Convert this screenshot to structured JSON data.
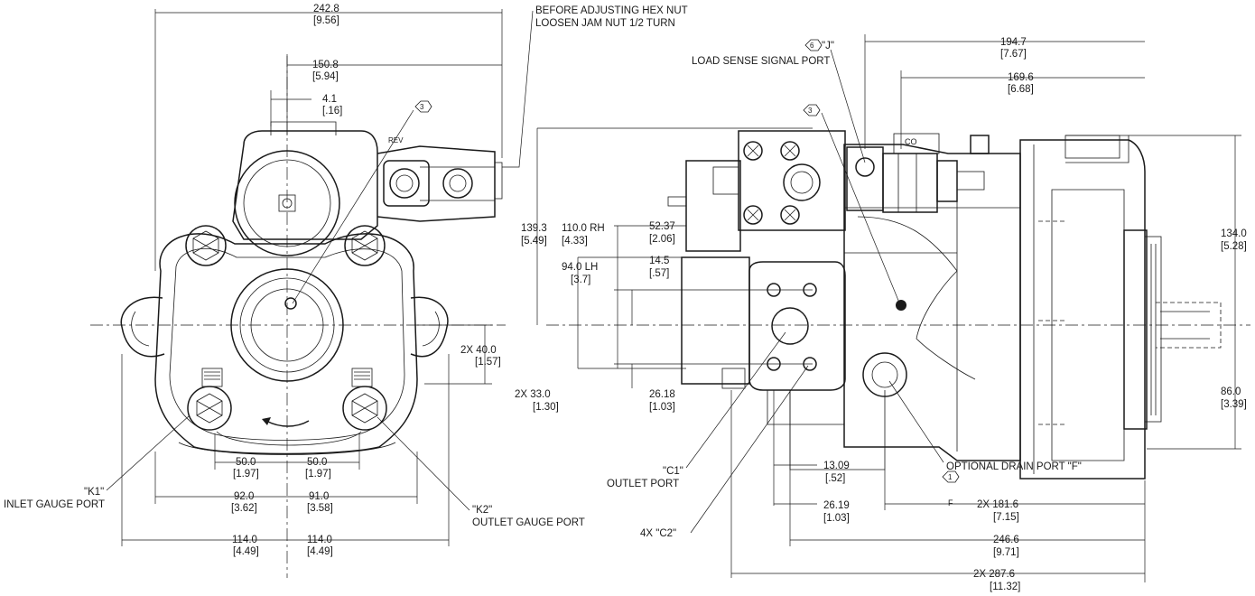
{
  "front_view": {
    "dimensions": [
      {
        "id": "d1",
        "value": "242.8",
        "inch": "[9.56]"
      },
      {
        "id": "d2",
        "value": "150.8",
        "inch": "[5.94]"
      },
      {
        "id": "d3",
        "value": "4.1",
        "inch": "[.16]"
      },
      {
        "id": "d4",
        "value": "2X 40.0",
        "inch": "[1.57]"
      },
      {
        "id": "d5",
        "value": "50.0",
        "inch": "[1.97]"
      },
      {
        "id": "d6",
        "value": "50.0",
        "inch": "[1.97]"
      },
      {
        "id": "d7",
        "value": "92.0",
        "inch": "[3.62]"
      },
      {
        "id": "d8",
        "value": "91.0",
        "inch": "[3.58]"
      },
      {
        "id": "d9",
        "value": "114.0",
        "inch": "[4.49]"
      },
      {
        "id": "d10",
        "value": "114.0",
        "inch": "[4.49]"
      }
    ],
    "notes": {
      "hex_nut_line1": "BEFORE ADJUSTING HEX NUT",
      "hex_nut_line2": "LOOSEN JAM NUT 1/2 TURN",
      "k1_line1": "\"K1\"",
      "k1_line2": "INLET GAUGE PORT",
      "k2_line1": "\"K2\"",
      "k2_line2": "OUTLET GAUGE PORT",
      "rev": "REV"
    },
    "callout_3": "3"
  },
  "side_view": {
    "dimensions": [
      {
        "id": "s1",
        "value": "194.7",
        "inch": "[7.67]"
      },
      {
        "id": "s2",
        "value": "169.6",
        "inch": "[6.68]"
      },
      {
        "id": "s3",
        "value": "139.3",
        "inch": "[5.49]"
      },
      {
        "id": "s4",
        "value": "110.0 RH",
        "inch": "[4.33]"
      },
      {
        "id": "s5",
        "value": "52.37",
        "inch": "[2.06]"
      },
      {
        "id": "s6",
        "value": "94.0 LH",
        "inch": "[3.7]"
      },
      {
        "id": "s7",
        "value": "14.5",
        "inch": "[.57]"
      },
      {
        "id": "s8",
        "value": "2X 33.0",
        "inch": "[1.30]"
      },
      {
        "id": "s9",
        "value": "26.18",
        "inch": "[1.03]"
      },
      {
        "id": "s10",
        "value": "134.0",
        "inch": "[5.28]"
      },
      {
        "id": "s11",
        "value": "86.0",
        "inch": "[3.39]"
      },
      {
        "id": "s12",
        "value": "13.09",
        "inch": "[.52]"
      },
      {
        "id": "s13",
        "value": "26.19",
        "inch": "[1.03]"
      },
      {
        "id": "s14",
        "value": "2X 181.6",
        "inch": "[7.15]"
      },
      {
        "id": "s15",
        "value": "246.6",
        "inch": "[9.71]"
      },
      {
        "id": "s16",
        "value": "2X 287.6",
        "inch": "[11.32]"
      }
    ],
    "notes": {
      "j_port": "\"J\"",
      "load_sense": "LOAD SENSE SIGNAL PORT",
      "c1_line1": "\"C1\"",
      "c1_line2": "OUTLET PORT",
      "c2": "4X \"C2\"",
      "drain": "OPTIONAL DRAIN PORT \"F\"",
      "co": "CO",
      "f_mark": "F"
    },
    "callout_6": "6",
    "callout_3": "3",
    "callout_1": "1"
  },
  "colors": {
    "line": "#1a1a1a",
    "background": "#ffffff"
  }
}
